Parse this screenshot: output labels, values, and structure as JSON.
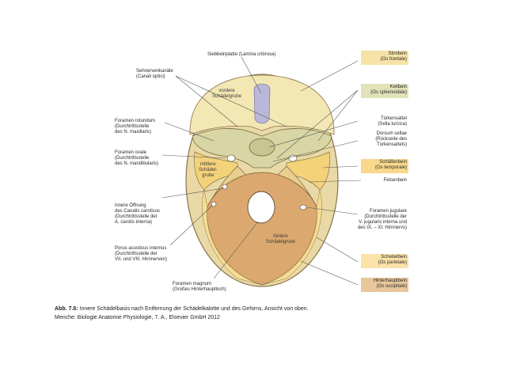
{
  "labels_left": [
    {
      "key": "sehnerv",
      "text": "Sehnervenkanäle\n(Canali optici)"
    },
    {
      "key": "rotundum",
      "text": "Foramen rotundum\n(Durchtrittsstelle\ndes N. maxillaris)"
    },
    {
      "key": "ovale",
      "text": "Foramen ovale\n(Durchtrittsstelle\ndes N. mandibularis)"
    },
    {
      "key": "carotis",
      "text": "innere Öffnung\ndes Canalis caroticus\n(Durchtrittsstelle der\nA. carotis interna)"
    },
    {
      "key": "porus",
      "text": "Porus acusticus internus\n(Durchtrittsstelle der\nVII. und VIII. Hirnnerven)"
    }
  ],
  "labels_top": {
    "siebbein": "Siebbeinplatte (Lamina cribrosa)"
  },
  "labels_bottom": {
    "magnum": "Foramen magnum\n(Großes Hinterhauptloch)"
  },
  "labels_right": [
    {
      "key": "stirnbein",
      "text": "Stirnbein\n(Os frontale)",
      "boxed": true,
      "color": "#f6e2a6"
    },
    {
      "key": "keilbein",
      "text": "Keilbein\n(Os sphenoidale)",
      "boxed": true,
      "color": "#e1e2b8"
    },
    {
      "key": "tuerken",
      "text": "Türkensattel\n(Sella turcica)",
      "boxed": false
    },
    {
      "key": "dorsum",
      "text": "Dorsum sellae\n(Rückseite des\nTürkensattels)",
      "boxed": false
    },
    {
      "key": "schlaefen",
      "text": "Schläfenbein\n(Os temporale)",
      "boxed": true,
      "color": "#f8d98c"
    },
    {
      "key": "felsen",
      "text": "Felsenbein",
      "boxed": false
    },
    {
      "key": "jugulare",
      "text": "Foramen jugulare\n(Durchtrittsstelle der\nV. jugularis interna und\ndes IX. – XI. Hirnnervs)",
      "boxed": false
    },
    {
      "key": "scheitel",
      "text": "Scheitelbein\n(Os parietale)",
      "boxed": true,
      "color": "#fbe2a8"
    },
    {
      "key": "hinterhaupt",
      "text": "Hinterhauptbein\n(Os occipitale)",
      "boxed": true,
      "color": "#e8c79a"
    }
  ],
  "inner_labels": {
    "vordere": "vordere\nSchädelgrube",
    "mittlere": "mittlere\nSchädel-\ngrube",
    "hintere": "hintere\nSchädelgrube"
  },
  "caption": {
    "figure_no": "Abb. 7.6:",
    "text": " Innere Schädelbasis nach Entfernung der Schädelkalotte und des Gehirns, Ansicht von oben.",
    "source": "Menche: Biologie Anatomie Physiologie, 7. A., Elsevier GmbH 2012"
  },
  "colors": {
    "frontal": "#f3e7b4",
    "sphenoid": "#d8d6a4",
    "temporal": "#f4d27a",
    "occipital": "#dba96f",
    "parietal": "#f6dc92",
    "cribriform": "#b9b8d8",
    "outline": "#5a4a30",
    "leader": "#555555"
  }
}
